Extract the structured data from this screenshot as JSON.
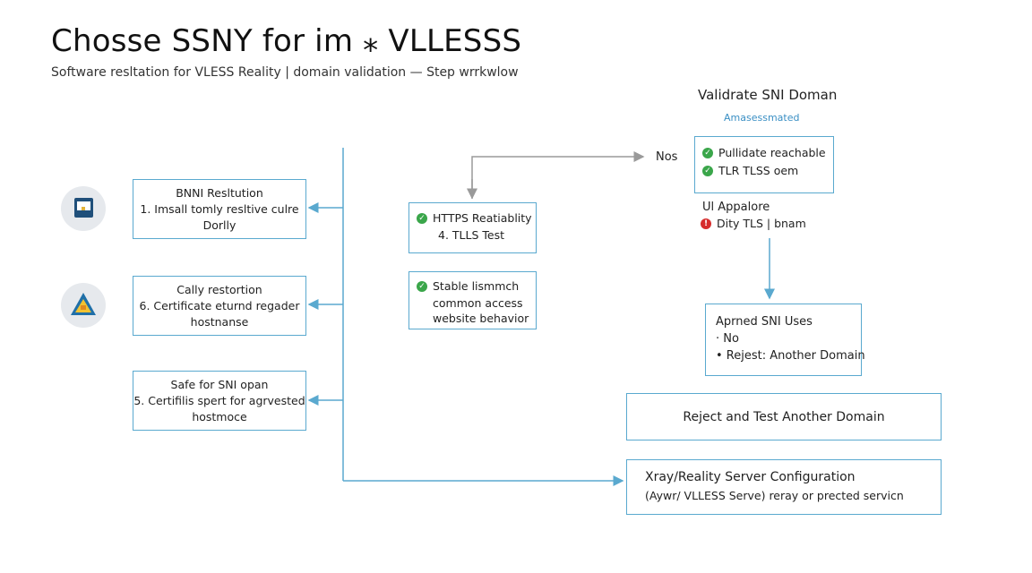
{
  "header": {
    "title": "Chosse SSNY for im  ⁎ VLLESSS",
    "subtitle": "Software resltation for VLESS Reality | domain validation — Step wrrkwlow"
  },
  "left_steps": [
    {
      "title": "BNNI Resltution",
      "line1": "1. Imsall tomly resltive culre",
      "line2": "Dorlly"
    },
    {
      "title": "Cally restortion",
      "line1": "6. Certificate eturnd regader",
      "line2": "hostnanse"
    },
    {
      "title": "Safe for SNI opan",
      "line1": "5. Certifilis spert for agrvested",
      "line2": "hostmoce"
    }
  ],
  "middle": {
    "box1": {
      "check1": "HTTPS Reatiablity",
      "line2": "4. TLLS Test"
    },
    "box2": {
      "check1": "Stable lismmch",
      "line2": "common access",
      "line3": "website behavior"
    }
  },
  "right": {
    "heading": "Validrate SNI Doman",
    "subheading": "Amasessmated",
    "nos_label": "Nos",
    "checks": [
      "Pullidate reachable",
      "TLR TLSS oem"
    ],
    "appalore_title": "Ul Appalore",
    "appalore_item": "Dity TLS | bnam",
    "approved_box": {
      "title": "Aprned SNI Uses",
      "item1": "· No",
      "item2": "• Rejest: Another Domain"
    },
    "reject_box": "Reject and Test Another Domain",
    "config_box": {
      "title": "Xray/Reality Server Configuration",
      "detail": "(Aywr/ VLLESS Serve)  reray or prected servicn"
    }
  },
  "colors": {
    "line": "#5aa9cf",
    "gray_arrow": "#9a9a9a",
    "ok": "#3aa64a",
    "bad": "#d62d2d",
    "accent_text": "#3a8fc4"
  },
  "icons": [
    "lock-icon",
    "warning-triangle-icon"
  ]
}
